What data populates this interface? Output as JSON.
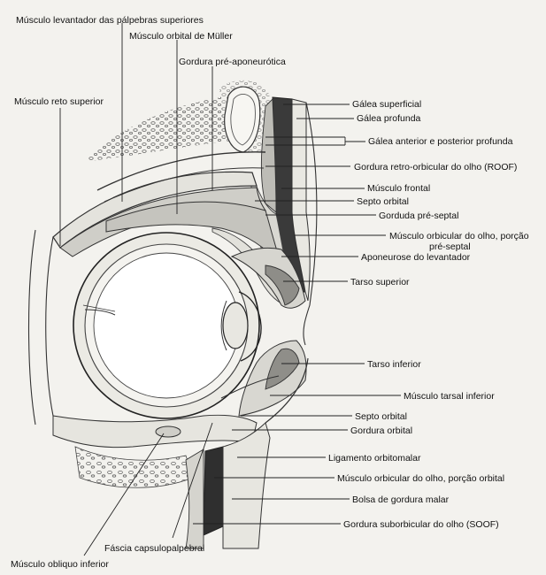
{
  "labels": {
    "levantador": "Músculo levantador das pálpebras superiores",
    "muller": "Músculo orbital de Müller",
    "gordura_pre_aponeurotica": "Gordura pré-aponeurótica",
    "reto_superior": "Músculo reto superior",
    "galea_superficial": "Gálea superficial",
    "galea_profunda": "Gálea profunda",
    "galea_anterior_posterior": "Gálea anterior e posterior profunda",
    "roof": "Gordura retro-orbicular do olho (ROOF)",
    "frontal": "Músculo frontal",
    "septo_orbital_sup": "Septo orbital",
    "gorduda_pre_septal": "Gorduda pré-septal",
    "orbicular_pre_septal_1": "Músculo orbicular do olho, porção",
    "orbicular_pre_septal_2": "pré-septal",
    "aponeurose": "Aponeurose do levantador",
    "tarso_superior": "Tarso superior",
    "tarso_inferior": "Tarso inferior",
    "tarsal_inferior": "Músculo tarsal inferior",
    "septo_orbital_inf": "Septo orbital",
    "gordura_orbital": "Gordura orbital",
    "ligamento_orbitomalar": "Ligamento orbitomalar",
    "orbicular_orbital": "Músculo orbicular do olho, porção orbital",
    "bolsa_malar": "Bolsa de gordura malar",
    "soof": "Gordura suborbicular do olho (SOOF)",
    "fascia_capsulopalpebral": "Fáscia capsulopalpebral",
    "obliquo_inferior": "Músculo obliquo inferior"
  }
}
